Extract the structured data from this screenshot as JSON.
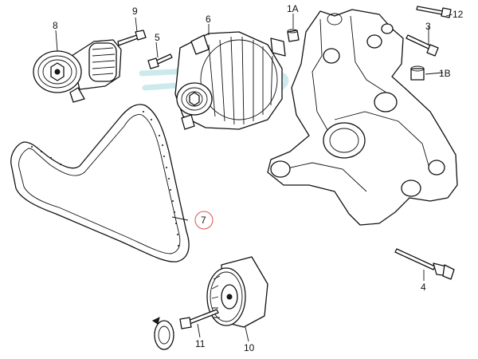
{
  "callouts": [
    {
      "id": "1A",
      "label": "1A"
    },
    {
      "id": "1B",
      "label": "1B"
    },
    {
      "id": "3",
      "label": "3"
    },
    {
      "id": "4",
      "label": "4"
    },
    {
      "id": "5",
      "label": "5"
    },
    {
      "id": "6",
      "label": "6"
    },
    {
      "id": "7",
      "label": "7"
    },
    {
      "id": "8",
      "label": "8"
    },
    {
      "id": "9",
      "label": "9"
    },
    {
      "id": "10",
      "label": "10"
    },
    {
      "id": "11",
      "label": "11"
    },
    {
      "id": "12",
      "label": "12"
    }
  ],
  "colors": {
    "line": "#111111",
    "highlight_circle": "#d9534f",
    "watermark": "#bfe3ea"
  }
}
